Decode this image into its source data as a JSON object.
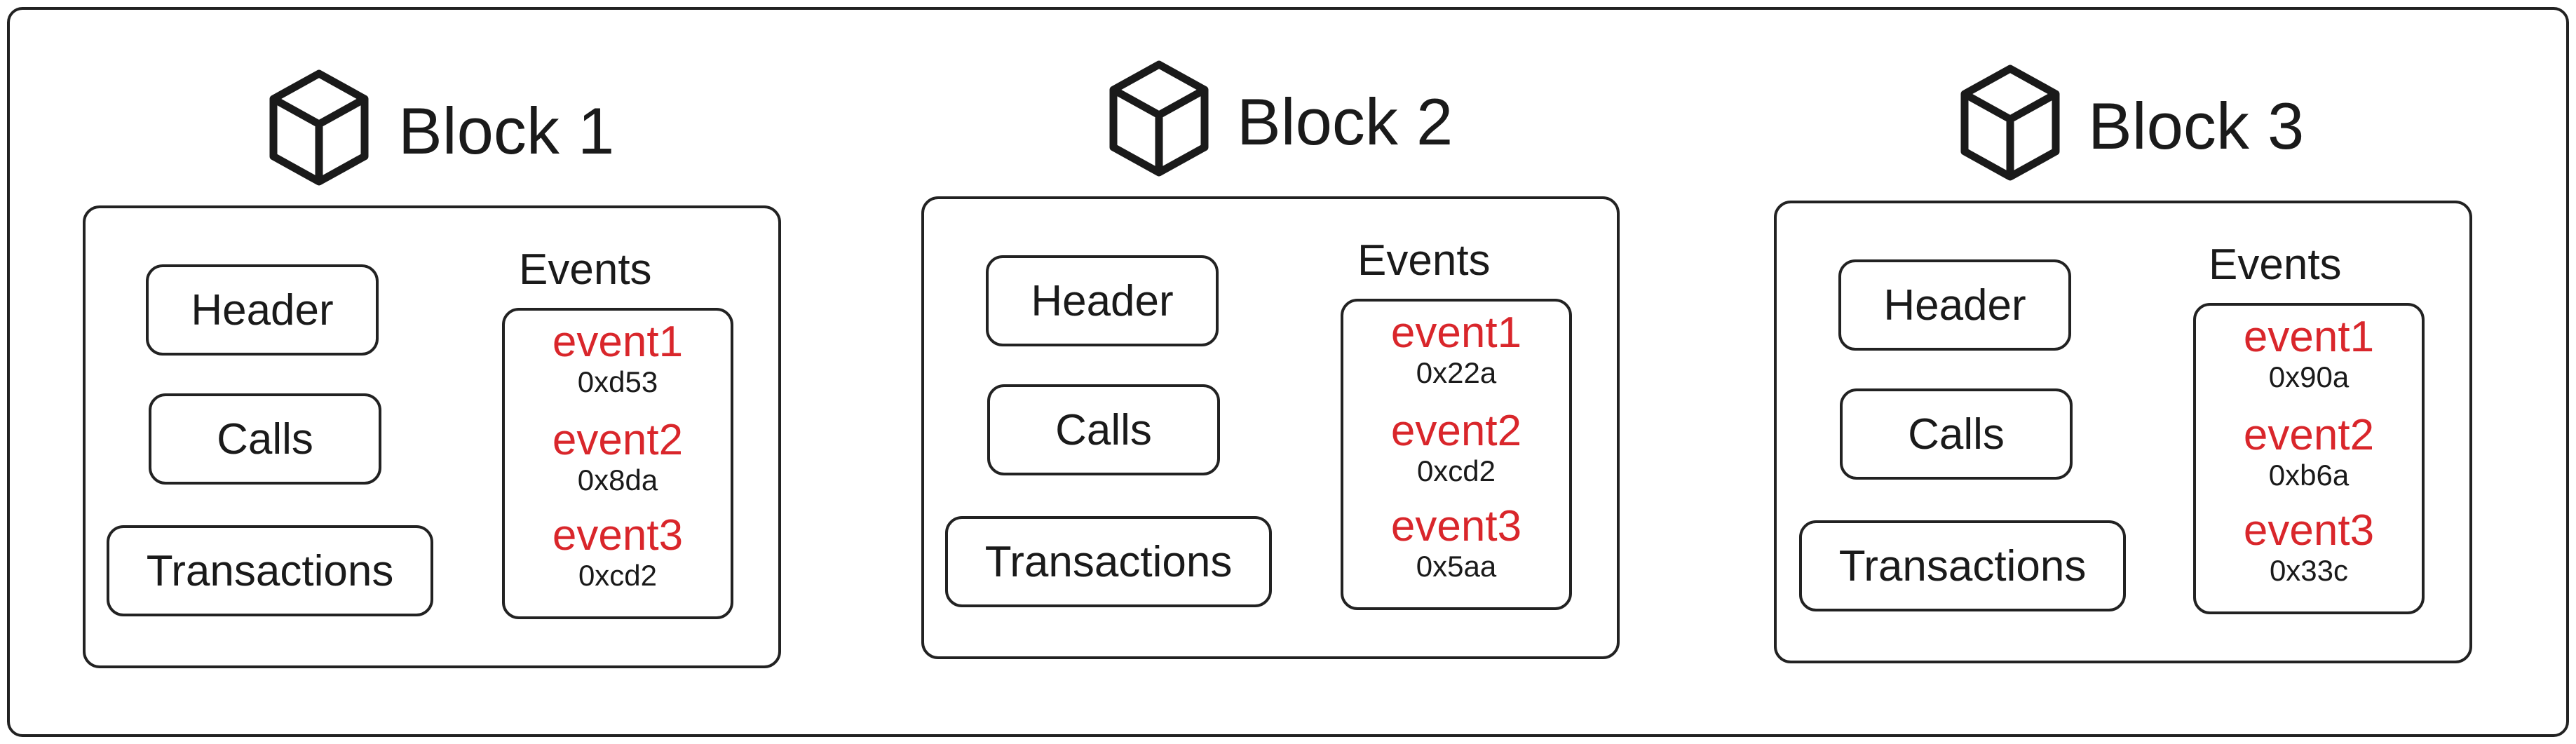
{
  "colors": {
    "outline": "#222222",
    "event_name": "#d9262b",
    "text": "#1a1a1a"
  },
  "blocks": [
    {
      "title": "Block 1",
      "icon": "cube-icon",
      "header_label": "Header",
      "calls_label": "Calls",
      "transactions_label": "Transactions",
      "events_label": "Events",
      "events": [
        {
          "name": "event1",
          "hash": "0xd53"
        },
        {
          "name": "event2",
          "hash": "0x8da"
        },
        {
          "name": "event3",
          "hash": "0xcd2"
        }
      ]
    },
    {
      "title": "Block 2",
      "icon": "cube-icon",
      "header_label": "Header",
      "calls_label": "Calls",
      "transactions_label": "Transactions",
      "events_label": "Events",
      "events": [
        {
          "name": "event1",
          "hash": "0x22a"
        },
        {
          "name": "event2",
          "hash": "0xcd2"
        },
        {
          "name": "event3",
          "hash": "0x5aa"
        }
      ]
    },
    {
      "title": "Block 3",
      "icon": "cube-icon",
      "header_label": "Header",
      "calls_label": "Calls",
      "transactions_label": "Transactions",
      "events_label": "Events",
      "events": [
        {
          "name": "event1",
          "hash": "0x90a"
        },
        {
          "name": "event2",
          "hash": "0xb6a"
        },
        {
          "name": "event3",
          "hash": "0x33c"
        }
      ]
    }
  ]
}
